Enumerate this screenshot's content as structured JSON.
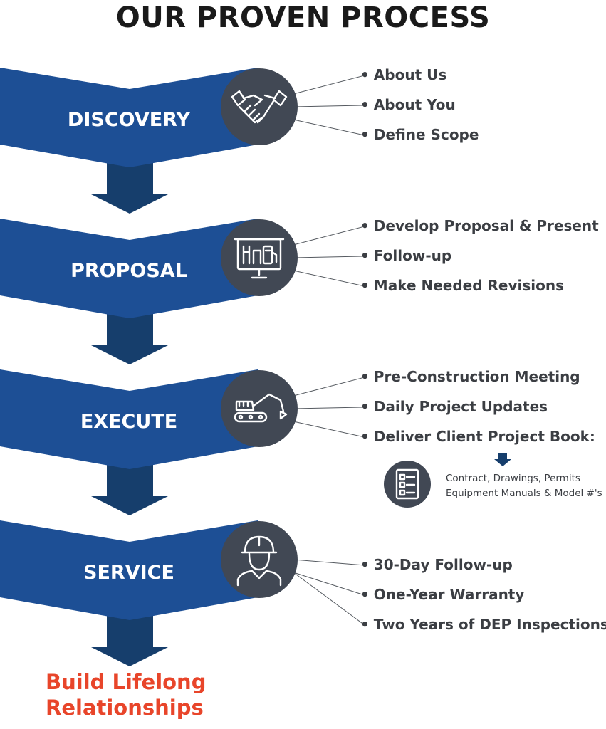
{
  "title": "OUR PROVEN PROCESS",
  "colors": {
    "banner": "#1d4f95",
    "arrow": "#163e6c",
    "icon_circle": "#414854",
    "item_text": "#3b3e43",
    "closing": "#e8452a"
  },
  "stages": [
    {
      "label": "DISCOVERY",
      "icon": "handshake-icon",
      "items": [
        "About Us",
        "About You",
        "Define Scope"
      ]
    },
    {
      "label": "PROPOSAL",
      "icon": "presentation-board-icon",
      "items": [
        "Develop Proposal & Present",
        "Follow-up",
        "Make Needed Revisions"
      ]
    },
    {
      "label": "EXECUTE",
      "icon": "excavator-icon",
      "items": [
        "Pre-Construction Meeting",
        "Daily Project  Updates",
        "Deliver Client Project Book:"
      ],
      "book": {
        "icon": "checklist-document-icon",
        "line1": "Contract, Drawings, Permits",
        "line2": "Equipment Manuals & Model #'s"
      }
    },
    {
      "label": "SERVICE",
      "icon": "construction-worker-icon",
      "items": [
        "30-Day Follow-up",
        "One-Year Warranty",
        "Two Years of DEP Inspections"
      ]
    }
  ],
  "closing": {
    "line1": "Build Lifelong",
    "line2": "Relationships"
  }
}
